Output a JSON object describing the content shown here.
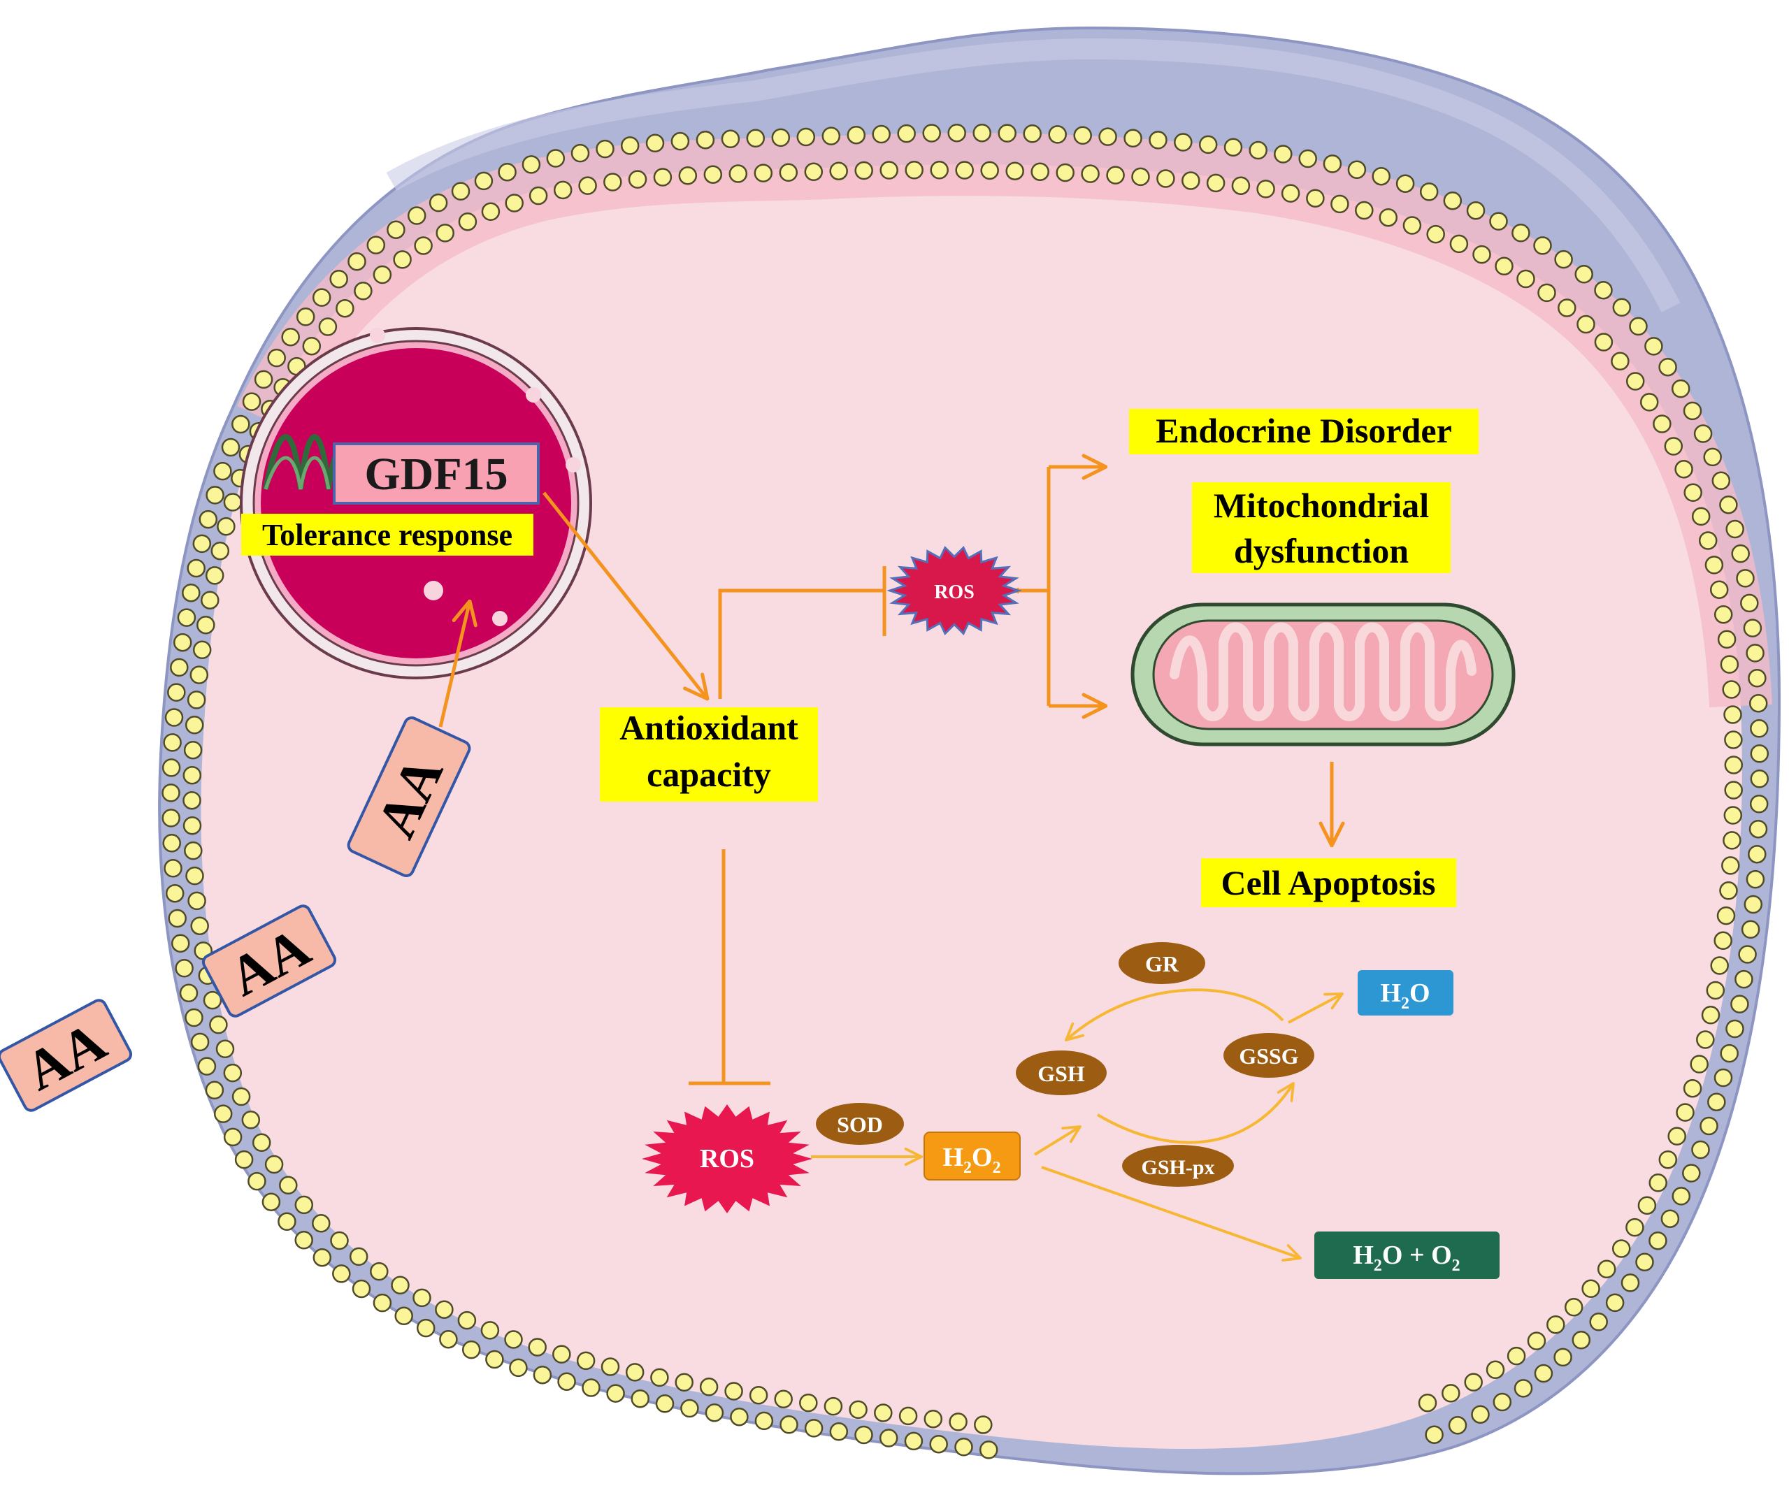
{
  "aa_label": "AA",
  "nucleus": {
    "gene": "GDF15",
    "response": "Tolerance response"
  },
  "labels": {
    "antioxidant_line1": "Antioxidant",
    "antioxidant_line2": "capacity",
    "endocrine": "Endocrine Disorder",
    "mito_line1": "Mitochondrial",
    "mito_line2": "dysfunction",
    "apoptosis": "Cell Apoptosis",
    "ros": "ROS"
  },
  "enzymes": {
    "sod": "SOD",
    "gr": "GR",
    "gsh": "GSH",
    "gssg": "GSSG",
    "gsh_px": "GSH-px"
  },
  "products": {
    "h2o2_main": "H",
    "h2o2_sub1": "2",
    "h2o2_mid": "O",
    "h2o2_sub2": "2",
    "h2o_main": "H",
    "h2o_sub": "2",
    "h2o_end": "O",
    "h2o_o2_main": "H",
    "h2o_o2_sub1": "2",
    "h2o_o2_mid": "O + O",
    "h2o_o2_sub2": "2"
  },
  "colors": {
    "membrane_outer": "#aeb5d6",
    "cytoplasm": "#f8dce2",
    "nucleus": "#c8005a",
    "arrow": "#f4931e",
    "label_bg": "#ffff00",
    "ros": "#d8174a",
    "enzyme": "#9c5d12",
    "h2o": "#2d97d4",
    "h2o2": "#f79a13",
    "h2o_o2": "#1f6b4f"
  }
}
